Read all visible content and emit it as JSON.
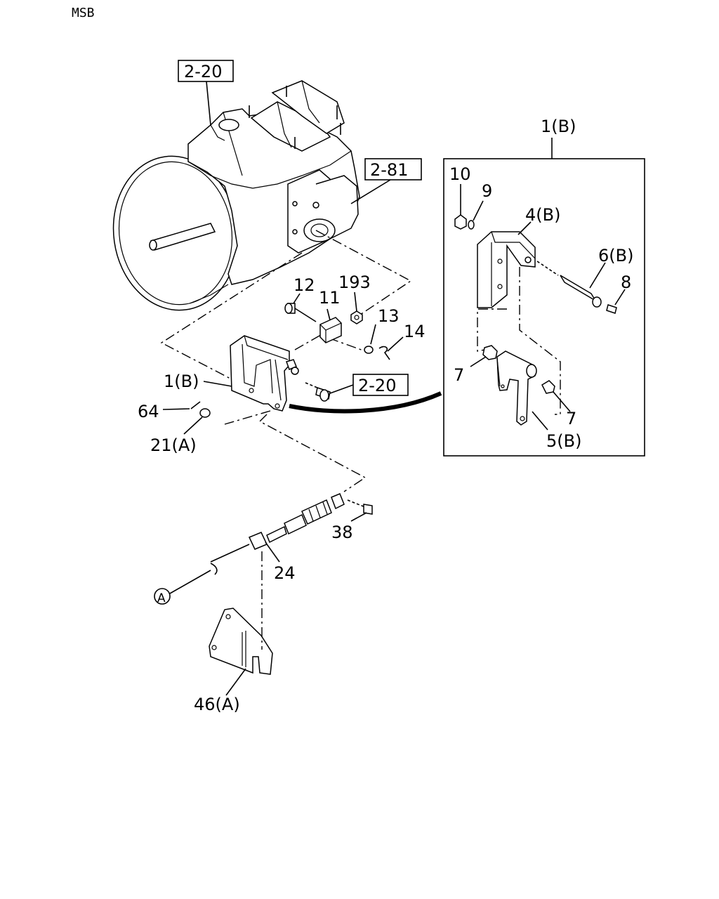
{
  "header": {
    "code": "MSB"
  },
  "refs": {
    "r1": "2-20",
    "r2": "2-81",
    "r3": "2-20"
  },
  "inset": {
    "title": "1(B)"
  },
  "labels": {
    "p10": "10",
    "p9": "9",
    "p4b": "4(B)",
    "p6b": "6(B)",
    "p8": "8",
    "p7a": "7",
    "p7b": "7",
    "p5b": "5(B)",
    "p12": "12",
    "p11": "11",
    "p193": "193",
    "p13": "13",
    "p14": "14",
    "p1b": "1(B)",
    "p64": "64",
    "p21a": "21(A)",
    "p38": "38",
    "p24": "24",
    "circleA": "A",
    "p46a": "46(A)"
  }
}
